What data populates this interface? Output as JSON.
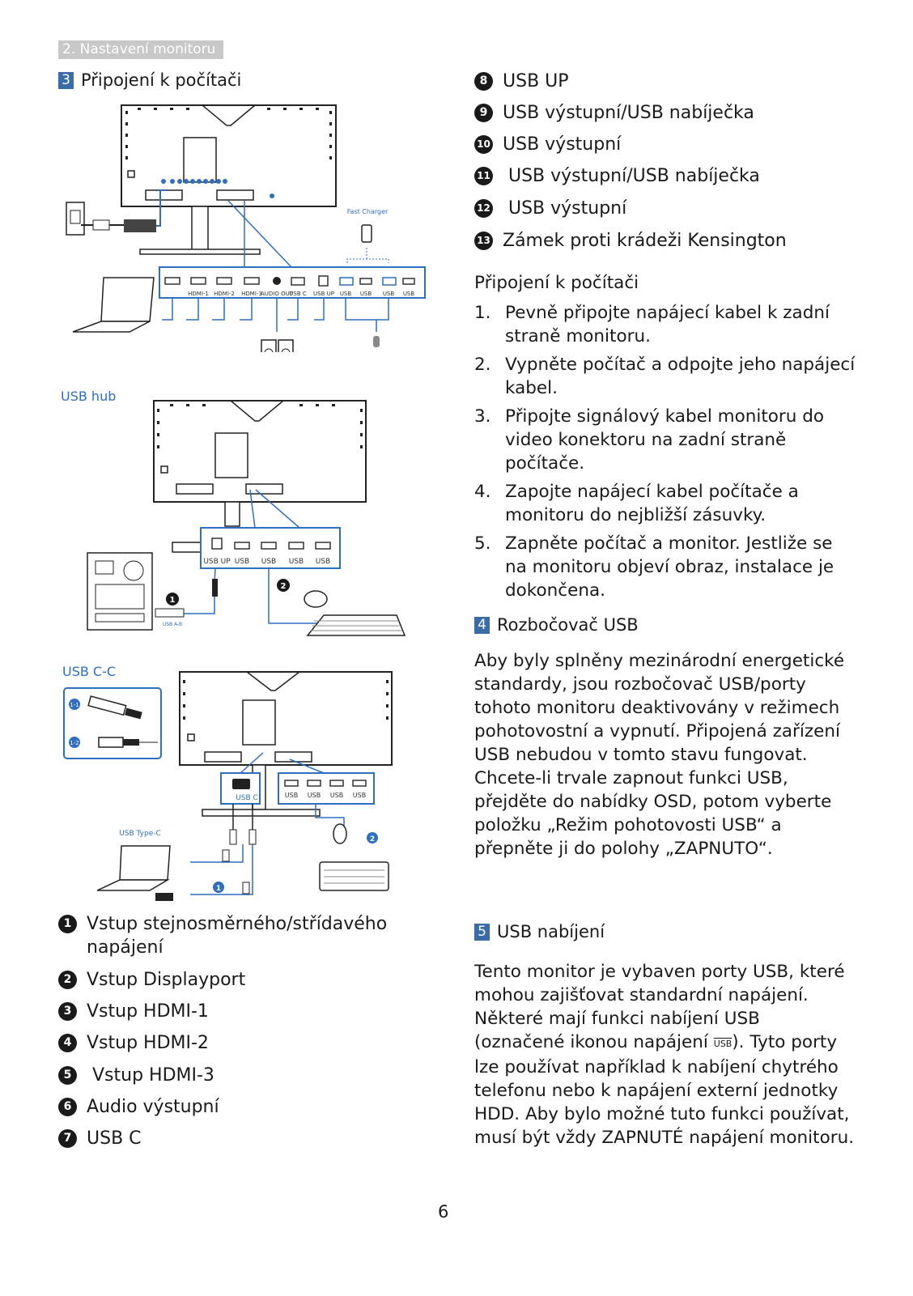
{
  "header": {
    "section": "2. Nastavení monitoru"
  },
  "sec3": {
    "num": "3",
    "title": "Připojení k počítači"
  },
  "diagram": {
    "fast_charger": "Fast Charger",
    "ports": [
      "HDMI-1",
      "HDMI-2",
      "HDMI-3",
      "AUDIO OUT",
      "USB C",
      "USB UP",
      "USB",
      "USB",
      "USB",
      "USB"
    ],
    "usb_hub_label": "USB hub",
    "usb_hub_ports": [
      "USB UP",
      "USB",
      "USB",
      "USB",
      "USB"
    ],
    "usb_ab": "USB A-B",
    "usbcc_label": "USB C-C",
    "usbc_port": "USB C",
    "usbc_ports": [
      "USB",
      "USB",
      "USB",
      "USB"
    ],
    "usb_typec": "USB Type-C",
    "badges": {
      "one": "1",
      "two": "2",
      "one_one": "1-1",
      "one_two": "1-2"
    }
  },
  "left_list": [
    {
      "n": "1",
      "text": "Vstup stejnosměrného/střídavého napájení"
    },
    {
      "n": "2",
      "text": "Vstup Displayport"
    },
    {
      "n": "3",
      "text": "Vstup HDMI-1"
    },
    {
      "n": "4",
      "text": "Vstup HDMI-2"
    },
    {
      "n": "5",
      "text": " Vstup HDMI-3"
    },
    {
      "n": "6",
      "text": "Audio výstupní"
    },
    {
      "n": "7",
      "text": "USB C"
    }
  ],
  "right_list": [
    {
      "n": "8",
      "text": "USB UP"
    },
    {
      "n": "9",
      "text": "USB výstupní/USB nabíječka"
    },
    {
      "n": "10",
      "text": "USB výstupní"
    },
    {
      "n": "11",
      "text": " USB výstupní/USB nabíječka"
    },
    {
      "n": "12",
      "text": " USB výstupní"
    },
    {
      "n": "13",
      "text": "Zámek proti krádeži Kensington"
    }
  ],
  "connect": {
    "title": "Připojení k počítači",
    "steps": [
      {
        "n": "1.",
        "text": "Pevně připojte napájecí kabel k zadní straně monitoru."
      },
      {
        "n": "2.",
        "text": "Vypněte počítač a odpojte jeho napájecí kabel."
      },
      {
        "n": "3.",
        "text": "Připojte signálový kabel monitoru do video konektoru na zadní straně počítače."
      },
      {
        "n": "4.",
        "text": "Zapojte napájecí kabel počítače a monitoru do nejbližší zásuvky."
      },
      {
        "n": "5.",
        "text": "Zapněte počítač a monitor. Jestliže se na monitoru objeví obraz, instalace je dokončena."
      }
    ]
  },
  "sec4": {
    "num": "4",
    "title": "Rozbočovač USB",
    "body": "Aby byly splněny mezinárodní energetické standardy, jsou rozbočovač USB/porty tohoto monitoru deaktivovány v režimech pohotovostní a vypnutí. Připojená zařízení USB nebudou v tomto stavu fungovat. Chcete-li trvale zapnout funkci USB, přejděte do nabídky OSD, potom vyberte položku „Režim pohotovosti USB“ a přepněte ji do polohy „ZAPNUTO“."
  },
  "sec5": {
    "num": "5",
    "title": "USB nabíjení",
    "body_a": "Tento monitor je vybaven porty USB, které mohou zajišťovat standardní napájení. Některé mají funkci nabíjení USB (označené ikonou napájení ",
    "icon_text": "USB",
    "body_b": "). Tyto porty lze používat například k nabíjení chytrého telefonu nebo k napájení externí jednotky HDD. Aby bylo možné tuto funkci používat, musí být vždy ZAPNUTÉ napájení monitoru."
  },
  "page_number": "6"
}
